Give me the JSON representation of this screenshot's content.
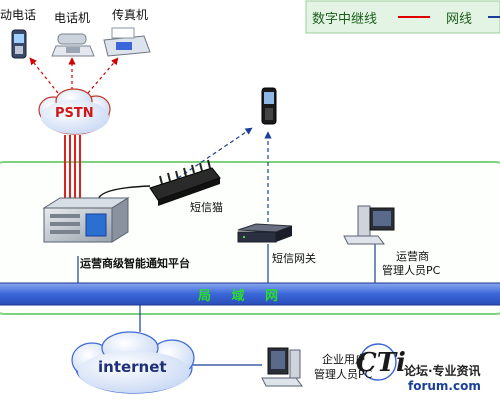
{
  "legend": {
    "digital_trunk_label": "数字中继线",
    "network_line_label": "网线",
    "digital_trunk_color": "#e00000",
    "network_line_color": "#1a3f9a"
  },
  "devices": {
    "mobile_phone": "动电话",
    "telephone": "电话机",
    "fax": "传真机",
    "sms_modem": "短信猫",
    "sms_gateway": "短信网关",
    "platform": "运营商级智能通知平台",
    "operator_pc_line1": "运营商",
    "operator_pc_line2": "管理人员PC",
    "enterprise_pc_line1": "企业用户",
    "enterprise_pc_line2": "管理人员PC"
  },
  "clouds": {
    "pstn": "PSTN",
    "internet": "internet"
  },
  "lan": {
    "label": "局 域 网"
  },
  "watermark": {
    "logo": "CTi",
    "line1": "论坛·专业资讯",
    "line2": "forum.com"
  }
}
